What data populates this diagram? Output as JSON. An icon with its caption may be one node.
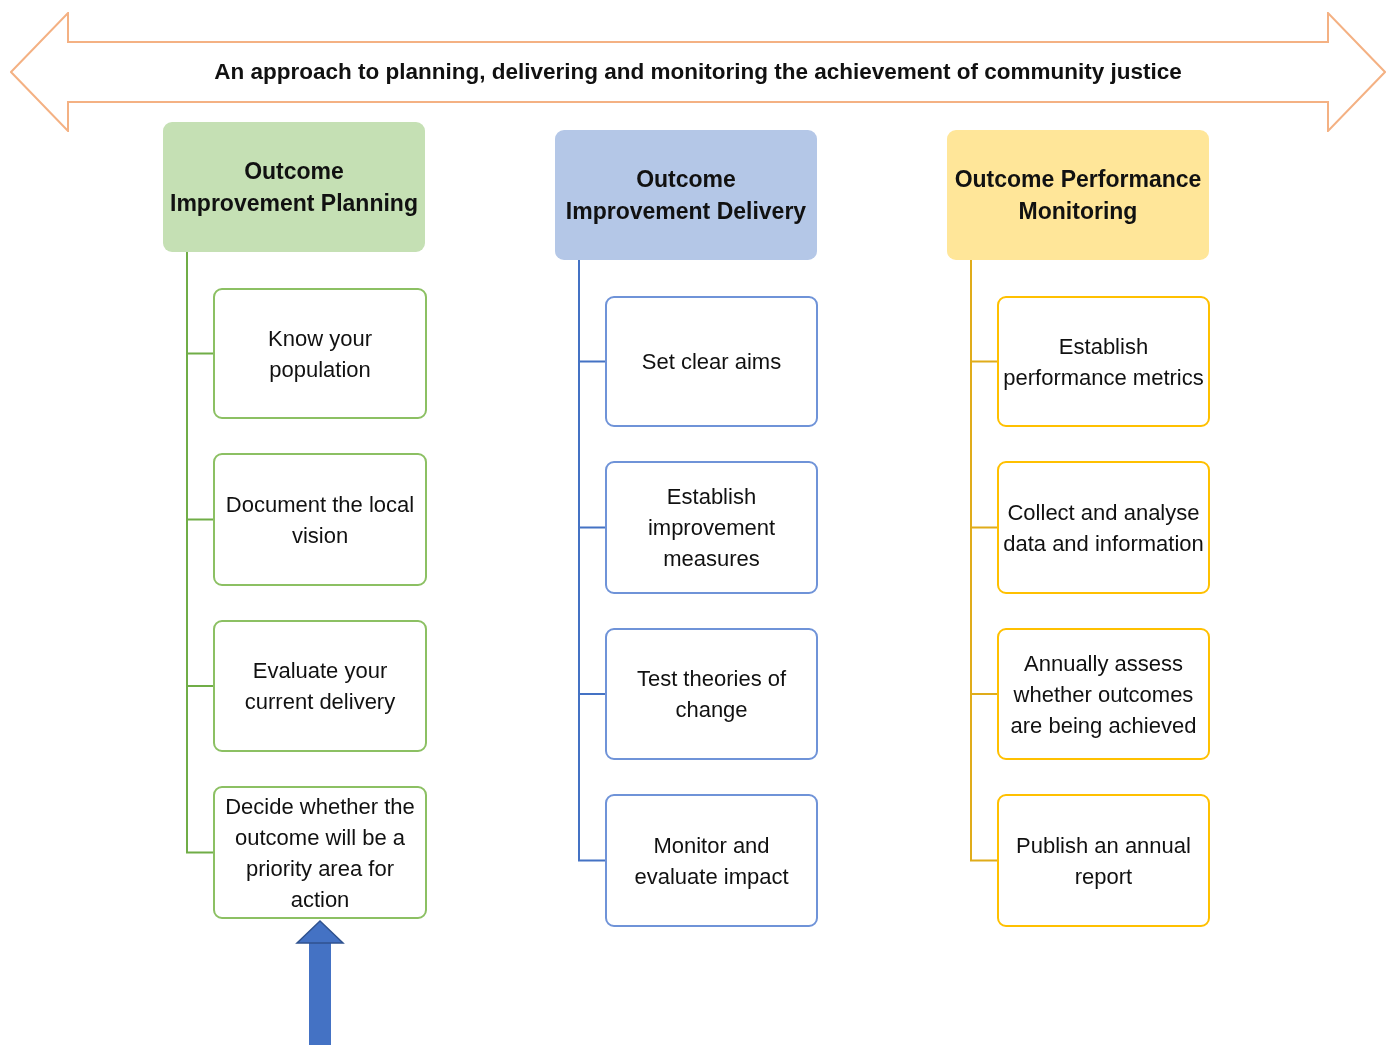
{
  "diagram": {
    "nodes": [
      {
        "text": [
          "An approach to planning, delivering and monitoring the achievement of community justice"
        ]
      },
      {
        "text": [
          "Outcome Improvement Planning"
        ]
      },
      {
        "text": [
          "Know your population"
        ]
      },
      {
        "text": [
          "Document the local vision"
        ]
      },
      {
        "text": [
          "Evaluate your current delivery"
        ]
      },
      {
        "text": [
          "Decide whether the outcome will be a priority area for action"
        ]
      },
      {
        "text": [
          "Outcome Improvement Delivery"
        ]
      },
      {
        "text": [
          "Set clear aims"
        ]
      },
      {
        "text": [
          "Establish improvement measures"
        ]
      },
      {
        "text": [
          "Test theories of change"
        ]
      },
      {
        "text": [
          "Monitor and evaluate impact"
        ]
      },
      {
        "text": [
          "Outcome Performance Monitoring"
        ]
      },
      {
        "text": [
          "Establish performance metrics"
        ]
      },
      {
        "text": [
          "Collect and analyse data and information"
        ]
      },
      {
        "text": [
          "Annually assess whether outcomes are being achieved"
        ]
      },
      {
        "text": [
          "Publish an annual report"
        ]
      }
    ],
    "edges": [
      {
        "from": 1,
        "to": 2,
        "arrow": "none",
        "color": "#70ad47"
      },
      {
        "from": 1,
        "to": 3,
        "arrow": "none",
        "color": "#70ad47"
      },
      {
        "from": 1,
        "to": 4,
        "arrow": "none",
        "color": "#70ad47"
      },
      {
        "from": 1,
        "to": 5,
        "arrow": "none",
        "color": "#70ad47"
      },
      {
        "from": 6,
        "to": 7,
        "arrow": "none",
        "color": "#4472c4"
      },
      {
        "from": 6,
        "to": 8,
        "arrow": "none",
        "color": "#4472c4"
      },
      {
        "from": 6,
        "to": 9,
        "arrow": "none",
        "color": "#4472c4"
      },
      {
        "from": 6,
        "to": 10,
        "arrow": "none",
        "color": "#4472c4"
      },
      {
        "from": 11,
        "to": 12,
        "arrow": "none",
        "color": "#e0ac1a"
      },
      {
        "from": 11,
        "to": 13,
        "arrow": "none",
        "color": "#e0ac1a"
      },
      {
        "from": 11,
        "to": 14,
        "arrow": "none",
        "color": "#e0ac1a"
      },
      {
        "from": 11,
        "to": 15,
        "arrow": "none",
        "color": "#e0ac1a"
      },
      {
        "from": null,
        "to": 5,
        "arrow": "to",
        "style": "thick",
        "color": "#4472c4"
      }
    ]
  }
}
